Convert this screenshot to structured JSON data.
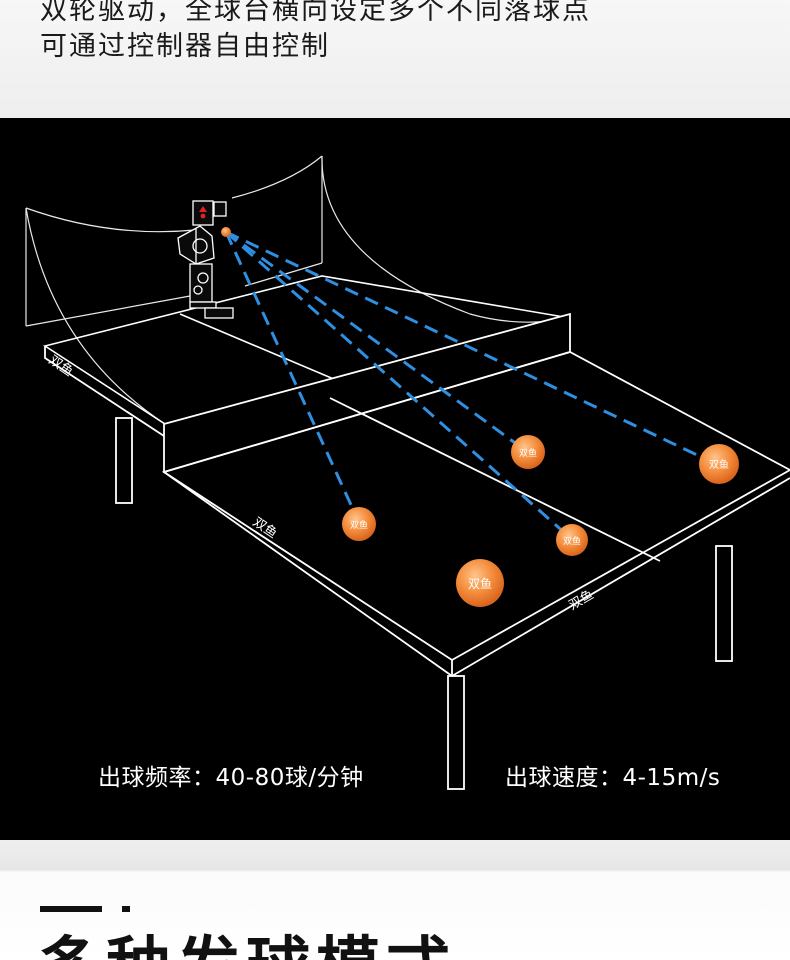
{
  "header": {
    "line1": "双轮驱动，全球台横向设定多个不同落球点",
    "line2": "可通过控制器自由控制"
  },
  "diagram": {
    "table_brand": "双鱼",
    "specs": {
      "frequency": "出球频率：40-80球/分钟",
      "speed": "出球速度：4-15m/s"
    },
    "colors": {
      "background": "#000000",
      "outline": "#ffffff",
      "trajectory": "#2f8fe0",
      "ball": "#f0893a"
    }
  },
  "section": {
    "heading": "多种发球模式"
  }
}
